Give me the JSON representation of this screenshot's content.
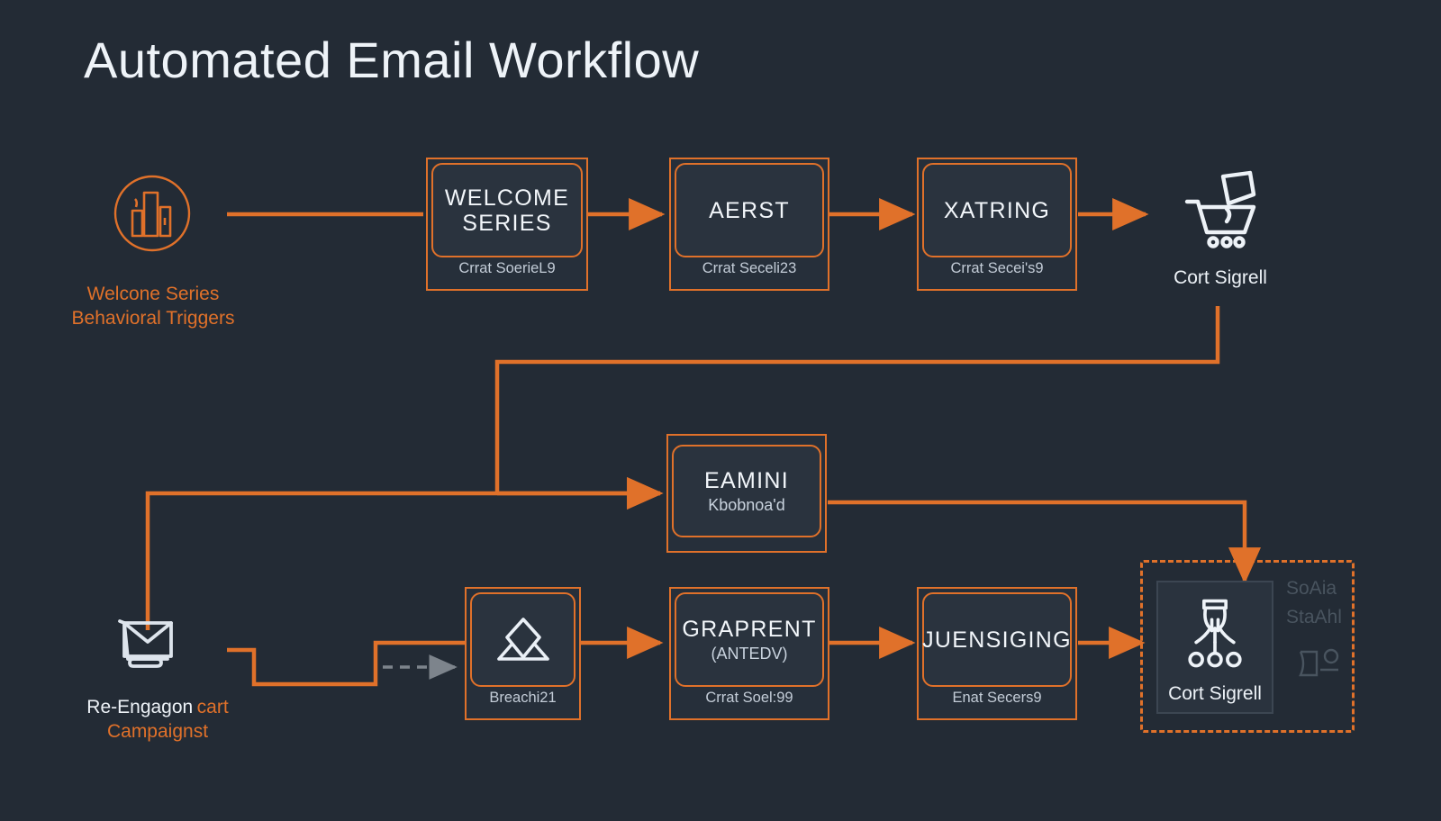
{
  "title": "Automated Email Workflow",
  "theme": {
    "background": "#232b35",
    "accent": "#e0712a",
    "node_fill": "#262f3a",
    "text_primary": "#f2f6fa",
    "text_secondary": "#c3ccd7",
    "ghost_text": "#49545f"
  },
  "start_node": {
    "icon": "buildings-circle-icon",
    "label_line1": "Welcone Series",
    "label_line2": "Behavioral Triggers"
  },
  "row1": [
    {
      "title": "WELCOME SERIES",
      "caption": "Crrat SoerieL9"
    },
    {
      "title": "AERST",
      "caption": "Crrat Seceli23"
    },
    {
      "title": "XATRING",
      "caption": "Crrat Secei's9"
    }
  ],
  "cart_node": {
    "icon": "shopping-cart-tag-icon",
    "label": "Cort Sigrell"
  },
  "middle_node": {
    "title": "EAMINI",
    "subtitle": "Kbobnoa'd"
  },
  "reengage_node": {
    "icon": "envelope-icon",
    "label_white": "Re-Engagon",
    "label_orange_1": "cart",
    "label_orange_2": "Campaignst"
  },
  "row2": [
    {
      "icon": "inbox-envelope-icon",
      "title": "",
      "subtitle": "",
      "caption": "Breachi21"
    },
    {
      "icon": "",
      "title": "GRAPRENT",
      "subtitle": "(ANTEDV)",
      "caption": "Crrat Soel:99"
    },
    {
      "icon": "",
      "title": "JUENSIGING",
      "subtitle": "",
      "caption": "Enat Secers9"
    }
  ],
  "final_node": {
    "icon": "funnel-split-icon",
    "label": "Cort Sigrell"
  },
  "ghost_text": {
    "line1": "SoAia",
    "line2": "StaAhl"
  }
}
